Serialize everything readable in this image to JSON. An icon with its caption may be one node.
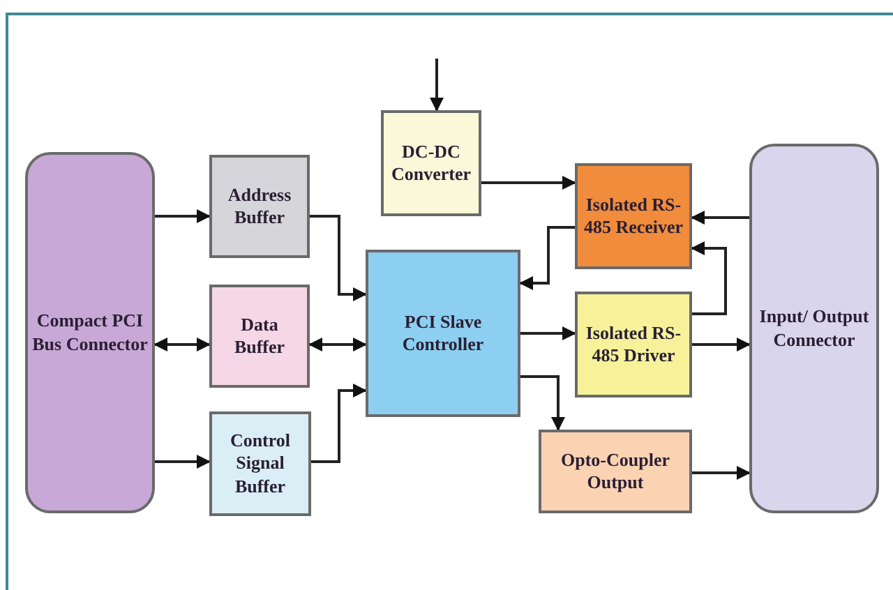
{
  "diagram": {
    "nodes": [
      {
        "text": [
          "Compact PCI Bus Connector"
        ]
      },
      {
        "text": [
          "Address Buffer"
        ]
      },
      {
        "text": [
          "Data Buffer"
        ]
      },
      {
        "text": [
          "Control Signal Buffer"
        ]
      },
      {
        "text": [
          "DC-DC Converter"
        ]
      },
      {
        "text": [
          "PCI Slave Controller"
        ]
      },
      {
        "text": [
          "Isolated RS-485 Receiver"
        ]
      },
      {
        "text": [
          "Isolated RS-485 Driver"
        ]
      },
      {
        "text": [
          "Opto-Coupler Output"
        ]
      },
      {
        "text": [
          "Input/ Output Connector"
        ]
      }
    ],
    "edges": [
      {
        "from": null,
        "to": 4,
        "arrow": "to"
      },
      {
        "from": 0,
        "to": 1,
        "arrow": "to"
      },
      {
        "from": 0,
        "to": 2,
        "arrow": "both"
      },
      {
        "from": 0,
        "to": 3,
        "arrow": "to"
      },
      {
        "from": 1,
        "to": 5,
        "arrow": "to"
      },
      {
        "from": 2,
        "to": 5,
        "arrow": "both"
      },
      {
        "from": 3,
        "to": 5,
        "arrow": "to"
      },
      {
        "from": 4,
        "to": 6,
        "arrow": "to"
      },
      {
        "from": 6,
        "to": 5,
        "arrow": "to"
      },
      {
        "from": 5,
        "to": 7,
        "arrow": "to"
      },
      {
        "from": 5,
        "to": 8,
        "arrow": "to"
      },
      {
        "from": 9,
        "to": 6,
        "arrow": "to"
      },
      {
        "from": 7,
        "to": 6,
        "arrow": "to"
      },
      {
        "from": 7,
        "to": 9,
        "arrow": "to"
      },
      {
        "from": 8,
        "to": 9,
        "arrow": "to"
      }
    ]
  }
}
